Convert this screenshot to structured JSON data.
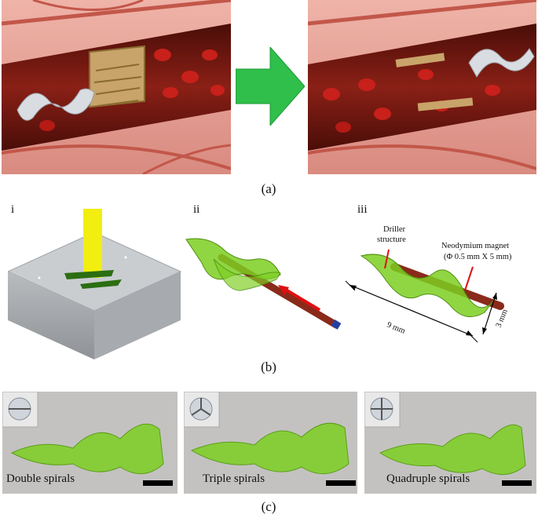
{
  "figure": {
    "captions": {
      "a": "(a)",
      "b": "(b)",
      "c": "(c)"
    },
    "panel_b": {
      "sub_labels": {
        "i": "i",
        "ii": "ii",
        "iii": "iii"
      },
      "annotations": {
        "driller_line1": "Driller",
        "driller_line2": "structure",
        "magnet_line1": "Neodymium magnet",
        "magnet_line2": "(Φ 0.5 mm X 5 mm)",
        "length": "9 mm",
        "diameter": "3 mm"
      }
    },
    "panel_c": {
      "labels": [
        "Double spirals",
        "Triple spirals",
        "Quadruple spirals"
      ]
    },
    "colors": {
      "vessel": "#7a1a12",
      "tissue": "#e8a49a",
      "robot_green": "#7ccf22",
      "arrow_green": "#2fbf4a",
      "light_beam": "#f2ee10"
    }
  }
}
